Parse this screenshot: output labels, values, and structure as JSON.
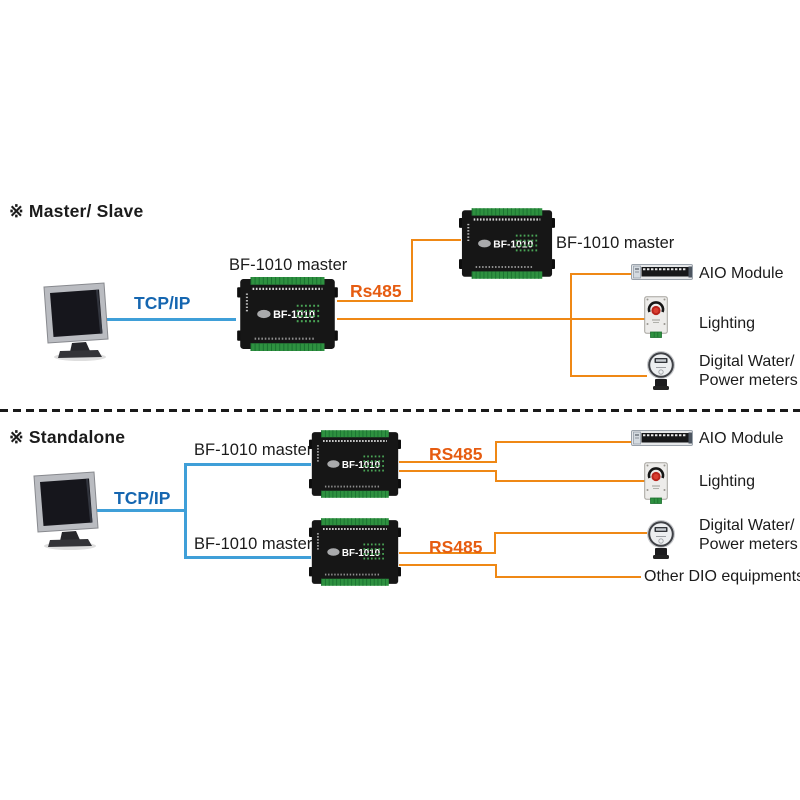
{
  "colors": {
    "blue_line": "#3f9fd8",
    "blue_text": "#1566b0",
    "orange_line": "#ef8815",
    "orange_text": "#e65c11",
    "label_text": "#1b1b1b"
  },
  "device_label": "BF-1010",
  "master_slave": {
    "title": "※ Master/ Slave",
    "tcp_ip": "TCP/IP",
    "rs485": "Rs485",
    "master_left_label": "BF-1010 master",
    "master_right_label": "BF-1010 master",
    "aio": "AIO Module",
    "lighting": "Lighting",
    "meters_line1": "Digital Water/",
    "meters_line2": "Power meters"
  },
  "standalone": {
    "title": "※ Standalone",
    "tcp_ip": "TCP/IP",
    "rs485_top": "RS485",
    "rs485_bottom": "RS485",
    "master_top_label": "BF-1010 master",
    "master_bottom_label": "BF-1010 master",
    "aio": "AIO Module",
    "lighting": "Lighting",
    "meters_line1": "Digital Water/",
    "meters_line2": "Power meters",
    "other_dio": "Other DIO equipments"
  }
}
